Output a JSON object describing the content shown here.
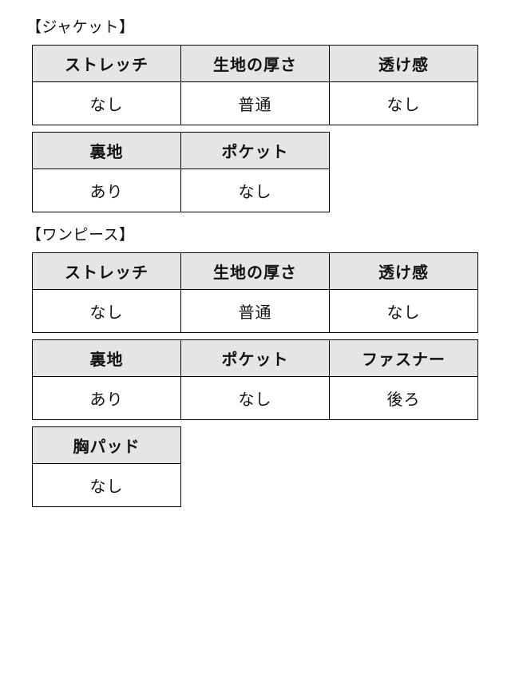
{
  "page": {
    "background": "#ffffff"
  },
  "colors": {
    "header_bg": "#e5e5e5",
    "border": "#000000",
    "text": "#111111"
  },
  "sections": [
    {
      "title": "【ジャケット】",
      "tables": [
        {
          "headers": [
            "ストレッチ",
            "生地の厚さ",
            "透け感"
          ],
          "values": [
            "なし",
            "普通",
            "なし"
          ]
        },
        {
          "headers": [
            "裏地",
            "ポケット"
          ],
          "values": [
            "あり",
            "なし"
          ]
        }
      ]
    },
    {
      "title": "【ワンピース】",
      "tables": [
        {
          "headers": [
            "ストレッチ",
            "生地の厚さ",
            "透け感"
          ],
          "values": [
            "なし",
            "普通",
            "なし"
          ]
        },
        {
          "headers": [
            "裏地",
            "ポケット",
            "ファスナー"
          ],
          "values": [
            "あり",
            "なし",
            "後ろ"
          ]
        },
        {
          "headers": [
            "胸パッド"
          ],
          "values": [
            "なし"
          ]
        }
      ]
    }
  ]
}
